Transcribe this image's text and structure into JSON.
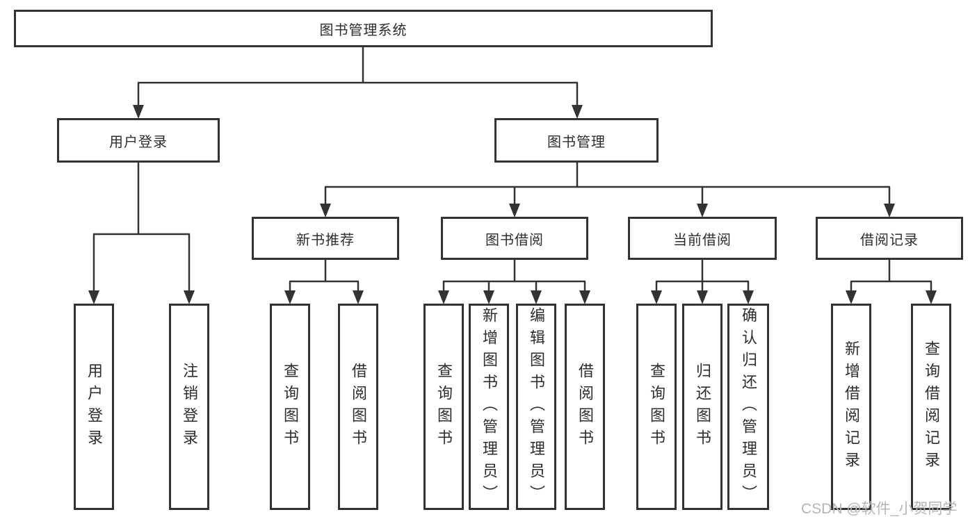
{
  "diagram": {
    "root": {
      "label": "图书管理系统"
    },
    "level2": [
      {
        "label": "用户登录"
      },
      {
        "label": "图书管理"
      }
    ],
    "level3": [
      {
        "label": "新书推荐"
      },
      {
        "label": "图书借阅"
      },
      {
        "label": "当前借阅"
      },
      {
        "label": "借阅记录"
      }
    ],
    "level4": [
      {
        "label": "用户登录"
      },
      {
        "label": "注销登录"
      },
      {
        "label": "查询图书"
      },
      {
        "label": "借阅图书"
      },
      {
        "label": "查询图书"
      },
      {
        "label": "新增图书（管理员）"
      },
      {
        "label": "编辑图书（管理员）"
      },
      {
        "label": "借阅图书"
      },
      {
        "label": "查询图书"
      },
      {
        "label": "归还图书"
      },
      {
        "label": "确认归还（管理员）"
      },
      {
        "label": "新增借阅记录"
      },
      {
        "label": "查询借阅记录"
      }
    ]
  },
  "watermark": "CSDN @软件_小贺同学",
  "colors": {
    "line": "#333333",
    "text": "#2d2d2d",
    "watermark": "#b5b5b5",
    "background": "#ffffff"
  }
}
